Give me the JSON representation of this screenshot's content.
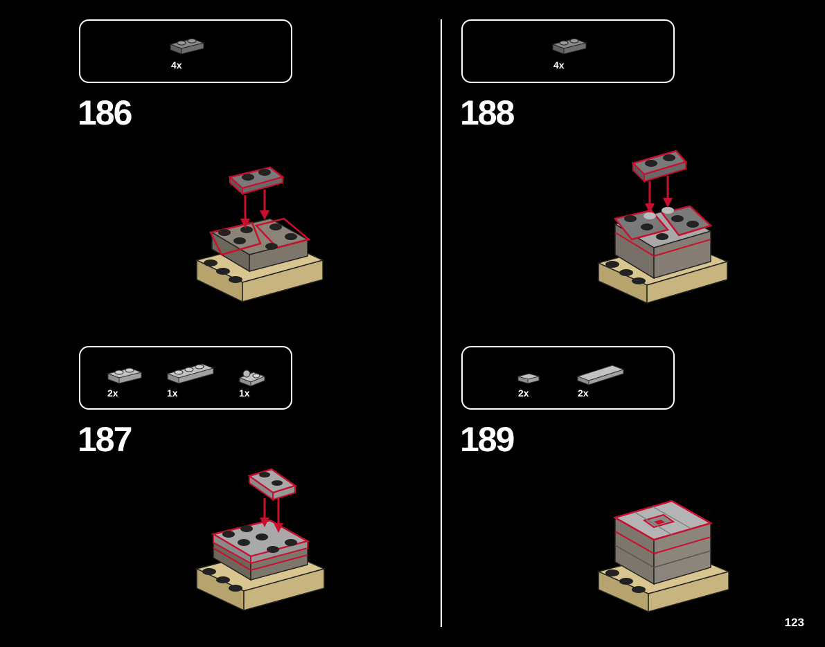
{
  "page": {
    "number": "123"
  },
  "steps": [
    {
      "number": "186",
      "parts": [
        {
          "icon": "plate-1x2-dark-gray",
          "qty": "4x"
        }
      ]
    },
    {
      "number": "187",
      "parts": [
        {
          "icon": "plate-1x2-light-gray",
          "qty": "2x"
        },
        {
          "icon": "plate-1x3-light-gray",
          "qty": "1x"
        },
        {
          "icon": "plate-rotation-joint-light-gray",
          "qty": "1x"
        }
      ]
    },
    {
      "number": "188",
      "parts": [
        {
          "icon": "plate-1x2-dark-gray",
          "qty": "4x"
        }
      ]
    },
    {
      "number": "189",
      "parts": [
        {
          "icon": "tile-1x1-light-gray",
          "qty": "2x"
        },
        {
          "icon": "tile-1x4-light-gray",
          "qty": "2x"
        }
      ]
    }
  ],
  "colors": {
    "background": "#000000",
    "callout_border": "#ffffff",
    "highlight": "#c8102e",
    "arrow": "#c8102e",
    "tan": "#d9c58f",
    "dark_gray": "#6b6b6b",
    "light_gray": "#a8a8a8"
  }
}
